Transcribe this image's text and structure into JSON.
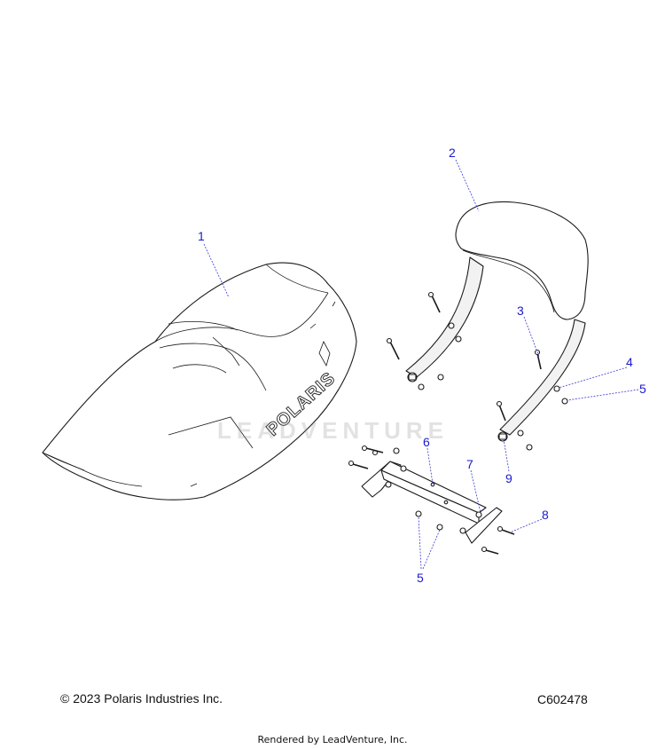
{
  "watermark": "LEADVENTURE",
  "footer": {
    "copyright": "© 2023 Polaris Industries Inc.",
    "code": "C602478",
    "rendered_by": "Rendered by LeadVenture, Inc."
  },
  "callouts": [
    {
      "id": "c1",
      "label": "1"
    },
    {
      "id": "c2",
      "label": "2"
    },
    {
      "id": "c3",
      "label": "3"
    },
    {
      "id": "c4",
      "label": "4"
    },
    {
      "id": "c5a",
      "label": "5"
    },
    {
      "id": "c6",
      "label": "6"
    },
    {
      "id": "c7",
      "label": "7"
    },
    {
      "id": "c8",
      "label": "8"
    },
    {
      "id": "c9",
      "label": "9"
    },
    {
      "id": "c5b",
      "label": "5"
    }
  ],
  "logo_text": "POLARIS",
  "colors": {
    "callout": "#1a1acc",
    "line": "#1a1a1a"
  }
}
